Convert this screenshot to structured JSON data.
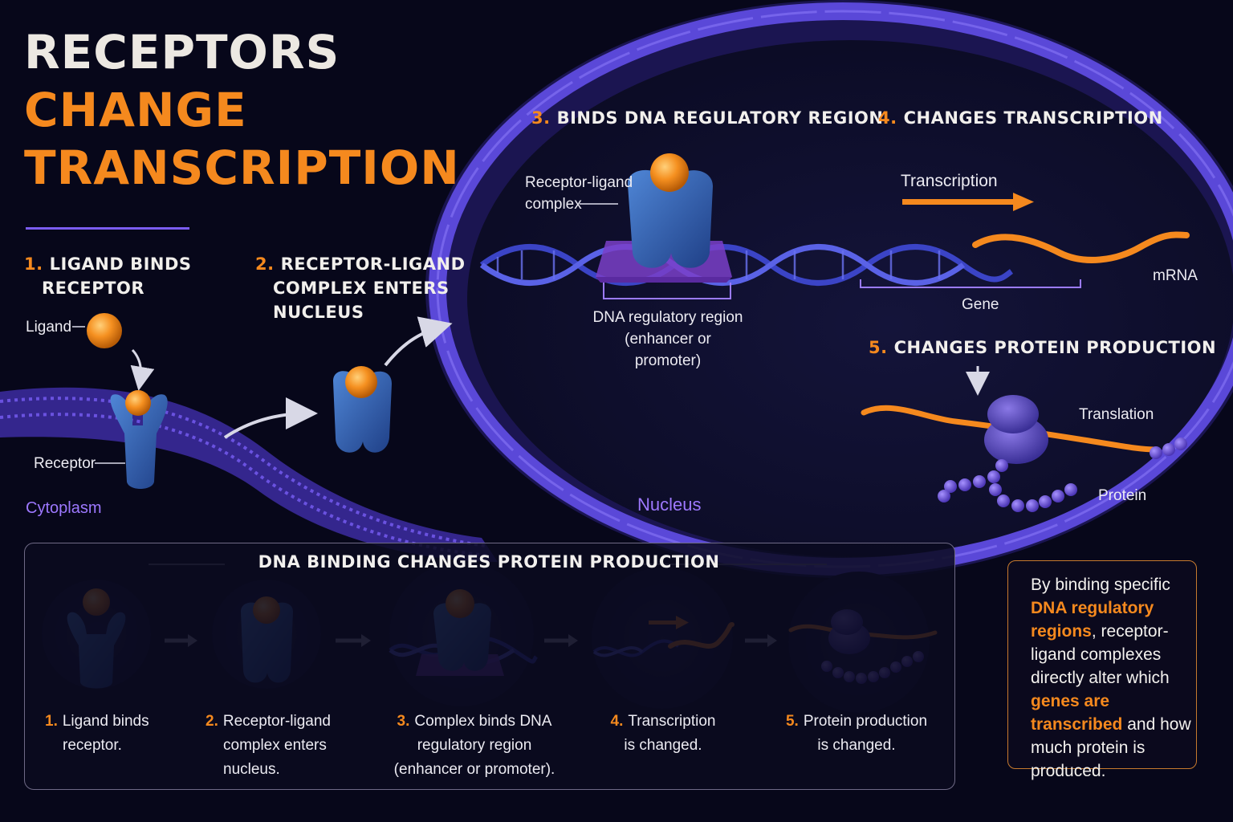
{
  "title": {
    "line1": "RECEPTORS",
    "line2": "CHANGE",
    "line3": "TRANSCRIPTION"
  },
  "steps": [
    {
      "num": "1.",
      "line1": "LIGAND BINDS",
      "line2": "RECEPTOR"
    },
    {
      "num": "2.",
      "line1": "RECEPTOR-LIGAND",
      "line2": "COMPLEX ENTERS",
      "line3": "NUCLEUS"
    },
    {
      "num": "3.",
      "line1": "BINDS DNA REGULATORY REGION"
    },
    {
      "num": "4.",
      "line1": "CHANGES TRANSCRIPTION"
    },
    {
      "num": "5.",
      "line1": "CHANGES PROTEIN PRODUCTION"
    }
  ],
  "labels": {
    "ligand": "Ligand",
    "receptor": "Receptor",
    "cytoplasm": "Cytoplasm",
    "nucleus": "Nucleus",
    "complex_line1": "Receptor-ligand",
    "complex_line2": "complex",
    "dna_region_line1": "DNA regulatory region",
    "dna_region_line2": "(enhancer or promoter)",
    "transcription": "Transcription",
    "gene": "Gene",
    "mrna": "mRNA",
    "translation": "Translation",
    "protein": "Protein"
  },
  "summary_panel": {
    "title": "DNA BINDING CHANGES PROTEIN PRODUCTION",
    "steps": [
      {
        "num": "1.",
        "line1": "Ligand binds",
        "line2": "receptor."
      },
      {
        "num": "2.",
        "line1": "Receptor-ligand",
        "line2": "complex enters",
        "line3": "nucleus."
      },
      {
        "num": "3.",
        "line1": "Complex binds DNA",
        "line2": "regulatory region",
        "line3": "(enhancer or promoter)."
      },
      {
        "num": "4.",
        "line1": "Transcription",
        "line2": "is changed."
      },
      {
        "num": "5.",
        "line1": "Protein production",
        "line2": "is changed."
      }
    ]
  },
  "side_note": {
    "p1": "By binding specific",
    "h1": "DNA regulatory regions",
    "p2": ", receptor-ligand complexes directly alter which",
    "h2": "genes are transcribed",
    "p3": "and how much protein is produced."
  },
  "colors": {
    "accent_orange": "#f5891e",
    "nucleus_purple": "#4b3bb8",
    "protein_blue": "#2f5fb0",
    "label_purple": "#9d78ff",
    "background": "#07071a"
  }
}
